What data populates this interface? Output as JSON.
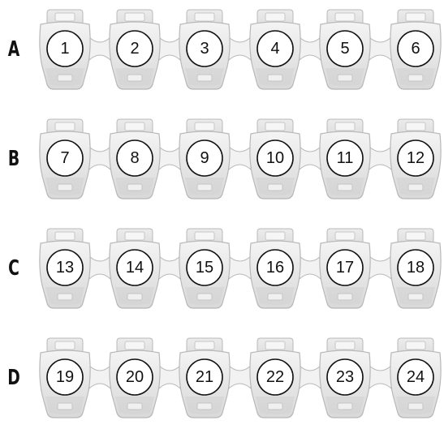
{
  "rows": [
    {
      "label": "A",
      "wells": [
        "1",
        "2",
        "3",
        "4",
        "5",
        "6"
      ]
    },
    {
      "label": "B",
      "wells": [
        "7",
        "8",
        "9",
        "10",
        "11",
        "12"
      ]
    },
    {
      "label": "C",
      "wells": [
        "13",
        "14",
        "15",
        "16",
        "17",
        "18"
      ]
    },
    {
      "label": "D",
      "wells": [
        "19",
        "20",
        "21",
        "22",
        "23",
        "24"
      ]
    }
  ],
  "colors": {
    "tube_fill": "#e9e9e9",
    "tube_edge": "#b8b8b8",
    "tube_shadow": "#d2d2d2",
    "circle_fill": "#ffffff",
    "circle_stroke": "#111111",
    "label_color": "#111111"
  }
}
